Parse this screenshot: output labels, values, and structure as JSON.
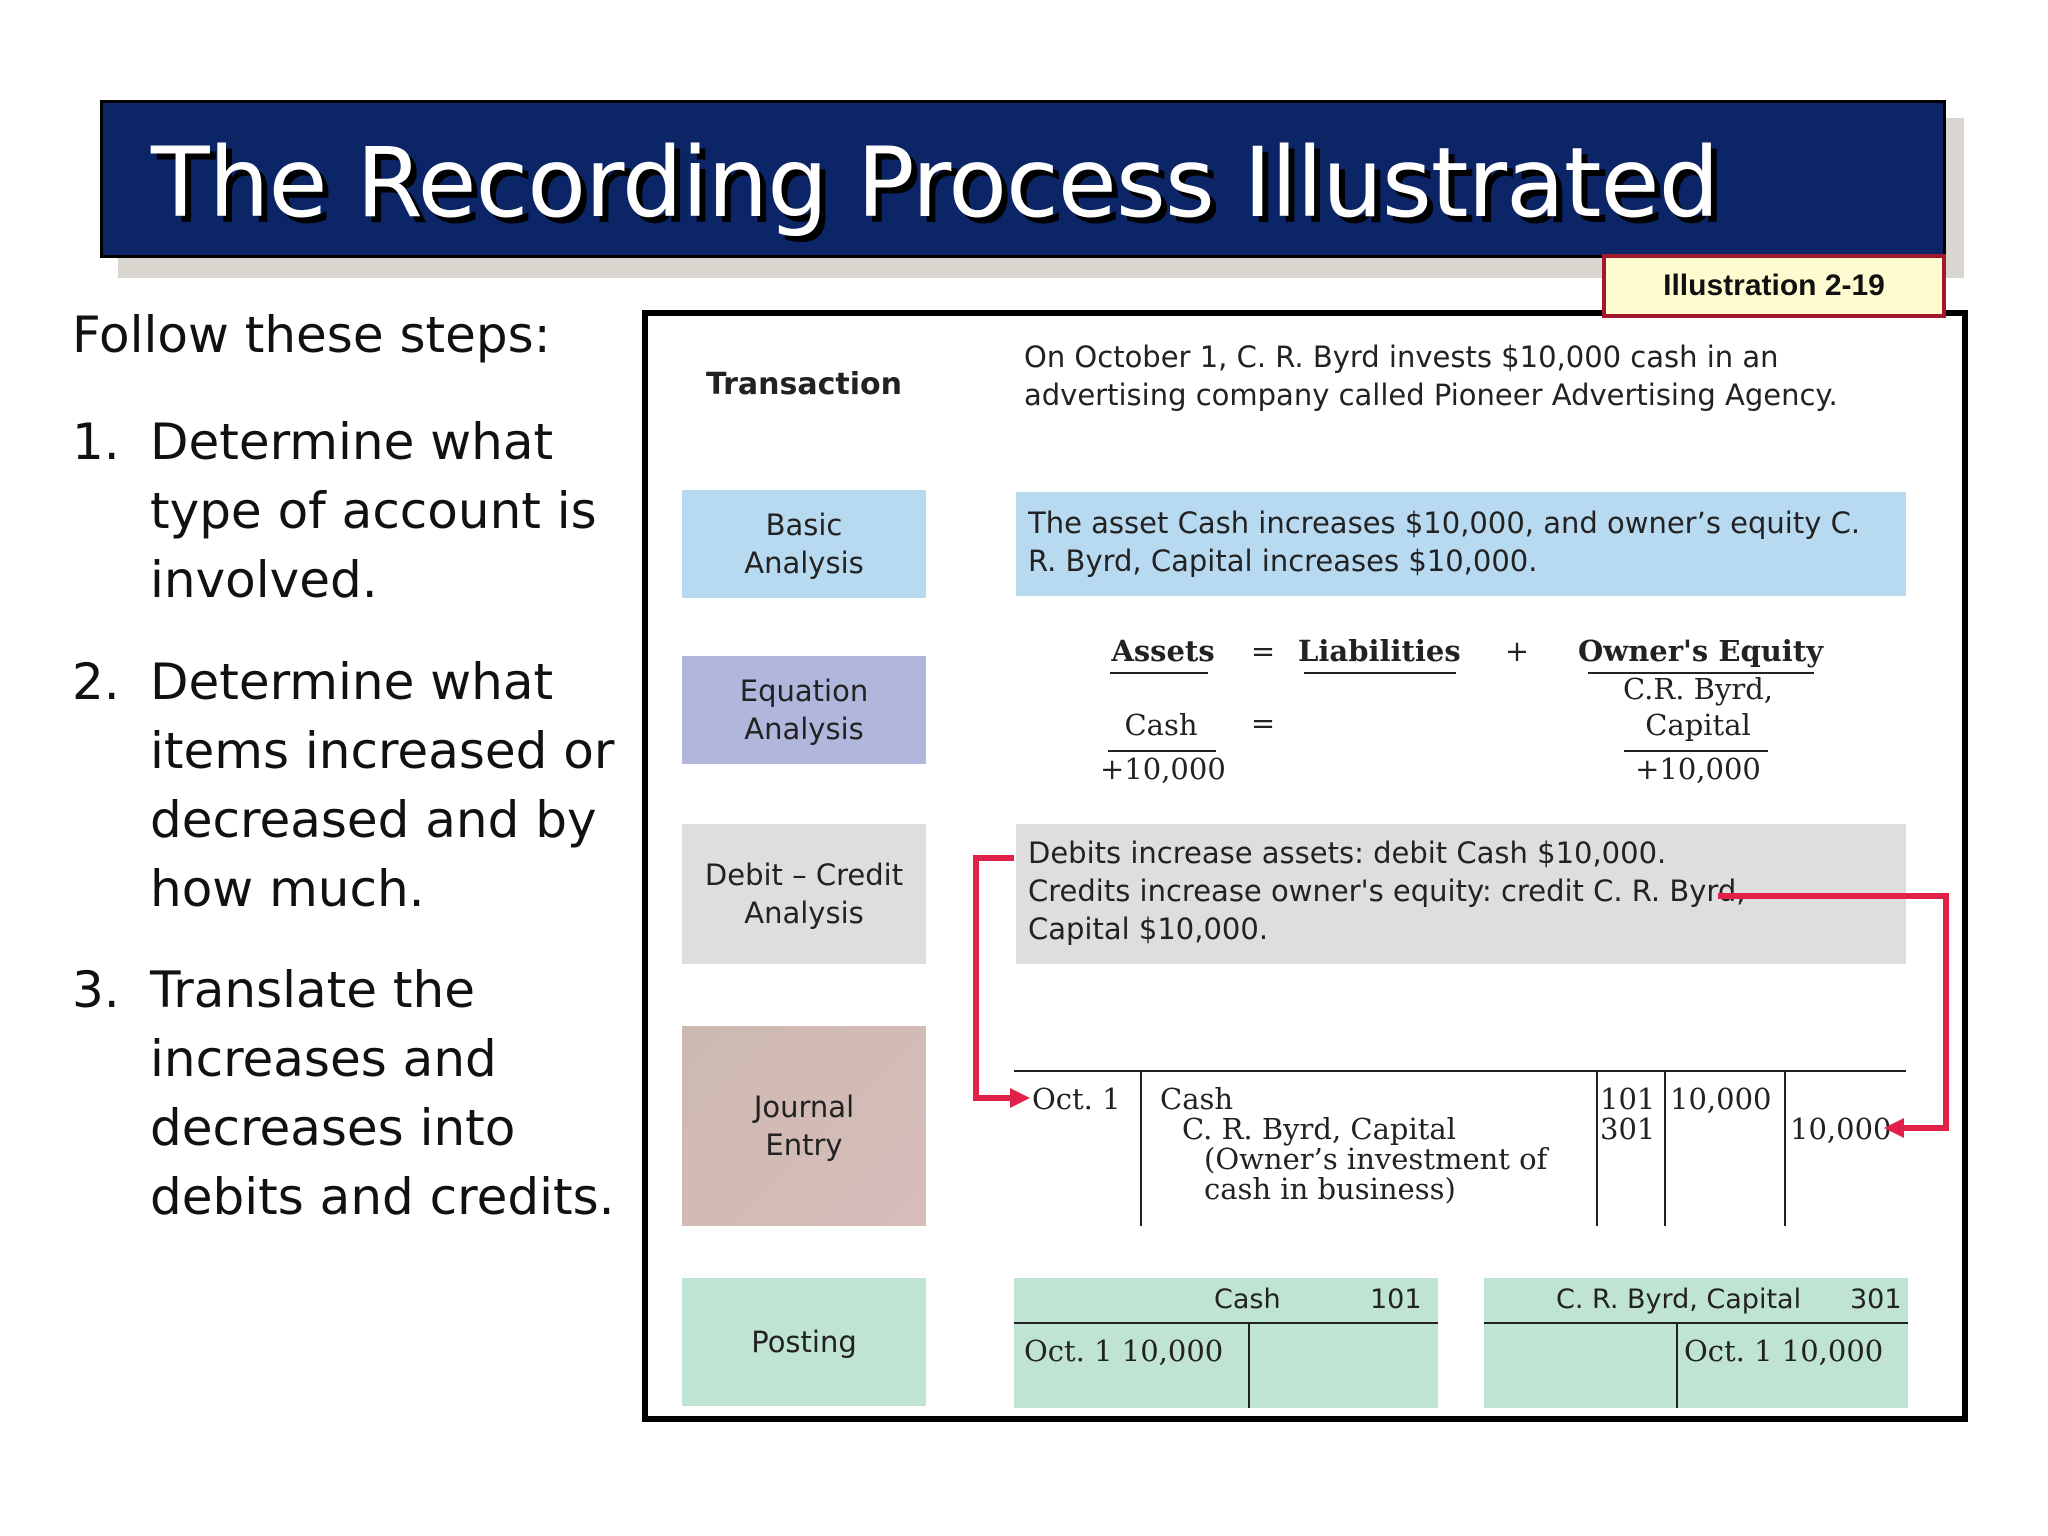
{
  "slide": {
    "title": "The Recording Process Illustrated",
    "illustration_tag": "Illustration 2-19"
  },
  "steps": {
    "intro": "Follow these steps:",
    "items": [
      {
        "num": "1.",
        "text": "Determine what type of account is involved."
      },
      {
        "num": "2.",
        "text": "Determine what items increased or decreased and by how much."
      },
      {
        "num": "3.",
        "text": "Translate the increases and decreases into debits and credits."
      }
    ]
  },
  "illustration": {
    "transaction": {
      "label": "Transaction",
      "text": "On October 1, C. R. Byrd invests $10,000 cash in an advertising company called Pioneer Advertising Agency."
    },
    "basic_analysis": {
      "label_line1": "Basic",
      "label_line2": "Analysis",
      "text": "The asset Cash increases $10,000, and owner’s equity C. R. Byrd, Capital increases $10,000."
    },
    "equation_analysis": {
      "label_line1": "Equation",
      "label_line2": "Analysis",
      "assets": "Assets",
      "equals": "=",
      "liabilities": "Liabilities",
      "plus": "+",
      "owners_equity": "Owner's Equity",
      "cash": "Cash",
      "equals2": "=",
      "capital_line1": "C.R. Byrd,",
      "capital_line2": "Capital",
      "cash_amount": "+10,000",
      "capital_amount": "+10,000"
    },
    "debit_credit": {
      "label_line1": "Debit – Credit",
      "label_line2": "Analysis",
      "line1": "Debits increase assets: debit Cash $10,000.",
      "line2": "Credits increase owner's equity: credit C. R. Byrd,",
      "line3": "Capital $10,000."
    },
    "journal_entry": {
      "label_line1": "Journal",
      "label_line2": "Entry",
      "date": "Oct.  1",
      "debit_account": "Cash",
      "credit_account": "C. R. Byrd, Capital",
      "explanation_line1": "(Owner’s investment of",
      "explanation_line2": "cash in business)",
      "ref1": "101",
      "ref2": "301",
      "debit_amount": "10,000",
      "credit_amount": "10,000"
    },
    "posting": {
      "label": "Posting",
      "cash_account": {
        "name": "Cash",
        "number": "101",
        "entry": "Oct.  1 10,000"
      },
      "capital_account": {
        "name": "C. R. Byrd, Capital",
        "number": "301",
        "entry": "Oct.  1 10,000"
      }
    },
    "colors": {
      "title_bar": "#0b2566",
      "basic": "#b8daf1",
      "equation": "#b1b6dd",
      "debit_credit": "#dedede",
      "journal": "#d0bab4",
      "posting": "#c0e4d3",
      "arrow": "#e0224a"
    }
  }
}
